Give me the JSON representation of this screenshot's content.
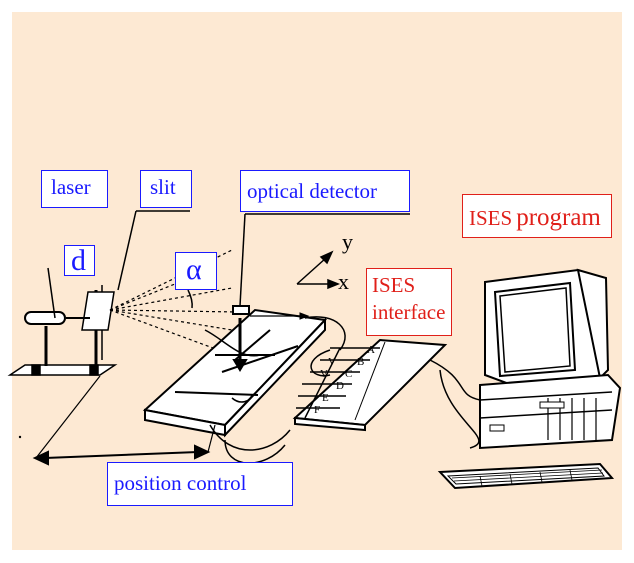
{
  "labels": {
    "laser": "laser",
    "slit": "slit",
    "optical_detector": "optical detector",
    "ises_program_1": "ISES",
    "ises_program_2": "program",
    "ises_interface_1": "ISES",
    "ises_interface_2": "interface",
    "d": "d",
    "alpha": "α",
    "position_control": "position control",
    "axis_x": "x",
    "axis_y": "y"
  },
  "connector_ports": [
    "A",
    "B",
    "C",
    "D",
    "E",
    "F"
  ],
  "port_marks": [
    "V",
    "V"
  ],
  "colors": {
    "background": "#fde9d3",
    "label_blue": "#1a1aff",
    "label_red": "#e0201a",
    "line": "#000000"
  }
}
